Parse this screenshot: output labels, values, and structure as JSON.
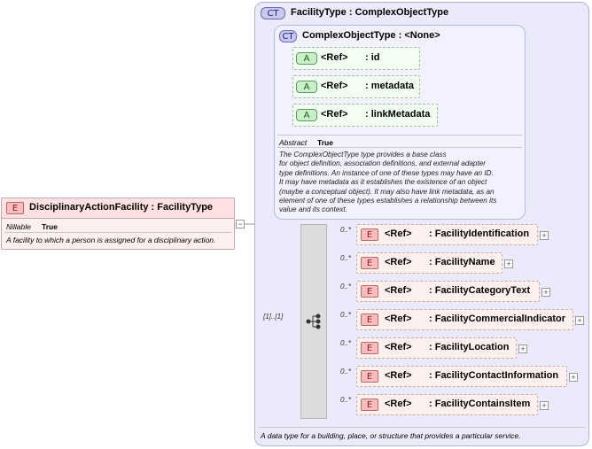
{
  "element": {
    "badge": "E",
    "name": "DisciplinaryActionFacility",
    "type_sep": ":",
    "type": "FacilityType",
    "nillable_label": "Nillable",
    "nillable_value": "True",
    "description": "A facility to which a person is assigned for a disciplinary action."
  },
  "facility_type": {
    "badge": "CT",
    "name": "FacilityType",
    "type_sep": ":",
    "base": "ComplexObjectType",
    "description": "A data type for a building, place, or structure that provides a particular service."
  },
  "complex_object_type": {
    "badge": "CT",
    "name": "ComplexObjectType",
    "type_sep": ":",
    "base": "<None>",
    "abstract_label": "Abstract",
    "abstract_value": "True",
    "description_lines": [
      "The ComplexObjectType type provides a base class",
      "for object definition, association definitions, and external adapter",
      "type definitions. An instance of one of these types may have an ID.",
      "It may have metadata as it establishes the existence of an object",
      "(maybe a conceptual object). It may also have link metadata, as an",
      "element of one of these types establishes a relationship between its",
      "value and its context."
    ],
    "attributes": [
      {
        "badge": "A",
        "ref": "<Ref>",
        "name": ": id"
      },
      {
        "badge": "A",
        "ref": "<Ref>",
        "name": ": metadata"
      },
      {
        "badge": "A",
        "ref": "<Ref>",
        "name": ": linkMetadata"
      }
    ]
  },
  "sequence": {
    "cardinality": "[1]..[1]",
    "children": [
      {
        "badge": "E",
        "ref": "<Ref>",
        "name": ": FacilityIdentification",
        "card": "0..*"
      },
      {
        "badge": "E",
        "ref": "<Ref>",
        "name": ": FacilityName",
        "card": "0..*"
      },
      {
        "badge": "E",
        "ref": "<Ref>",
        "name": ": FacilityCategoryText",
        "card": "0..*"
      },
      {
        "badge": "E",
        "ref": "<Ref>",
        "name": ": FacilityCommercialIndicator",
        "card": "0..*"
      },
      {
        "badge": "E",
        "ref": "<Ref>",
        "name": ": FacilityLocation",
        "card": "0..*"
      },
      {
        "badge": "E",
        "ref": "<Ref>",
        "name": ": FacilityContactInformation",
        "card": "0..*"
      },
      {
        "badge": "E",
        "ref": "<Ref>",
        "name": ": FacilityContainsItem",
        "card": "0..*"
      }
    ],
    "expand_symbol": "+",
    "collapse_symbol": "−"
  },
  "colors": {
    "element_fill": "#fff0f0",
    "complex_type_fill": "#eaeafb",
    "attribute_fill": "#f3fff3"
  }
}
